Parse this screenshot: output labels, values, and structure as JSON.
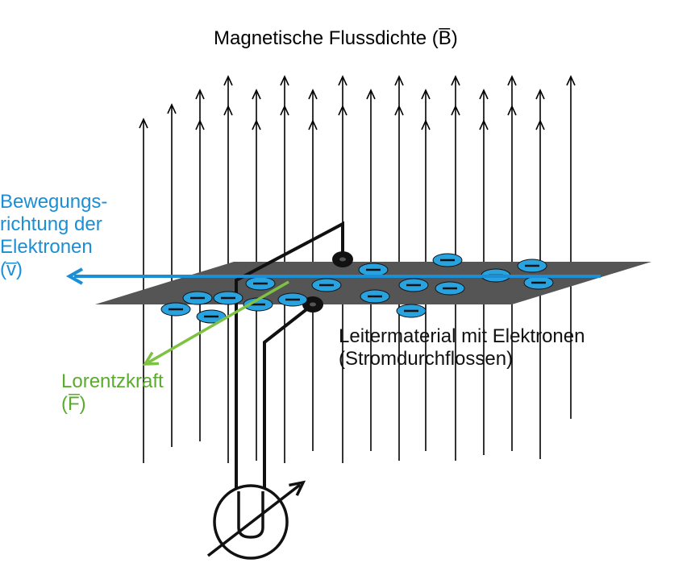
{
  "title": "Magnetische Flussdichte (B̅)",
  "velocity_label": {
    "lines": [
      "Bewegungs-",
      "richtung der",
      "Elektronen",
      "(v̅)"
    ]
  },
  "force_label": {
    "lines": [
      "Lorentzkraft",
      "(F̅)"
    ]
  },
  "conductor_label": {
    "lines": [
      "Leitermaterial mit Elektronen",
      "(Stromdurchflossen)"
    ]
  },
  "voltmeter_symbol": "U",
  "electron_symbol": "−",
  "colors": {
    "field_lines": "#000000",
    "plate": "#555555",
    "velocity": "#1a8fd6",
    "force": "#7dc242",
    "electron_fill": "#29a3e0",
    "text": "#111111"
  }
}
